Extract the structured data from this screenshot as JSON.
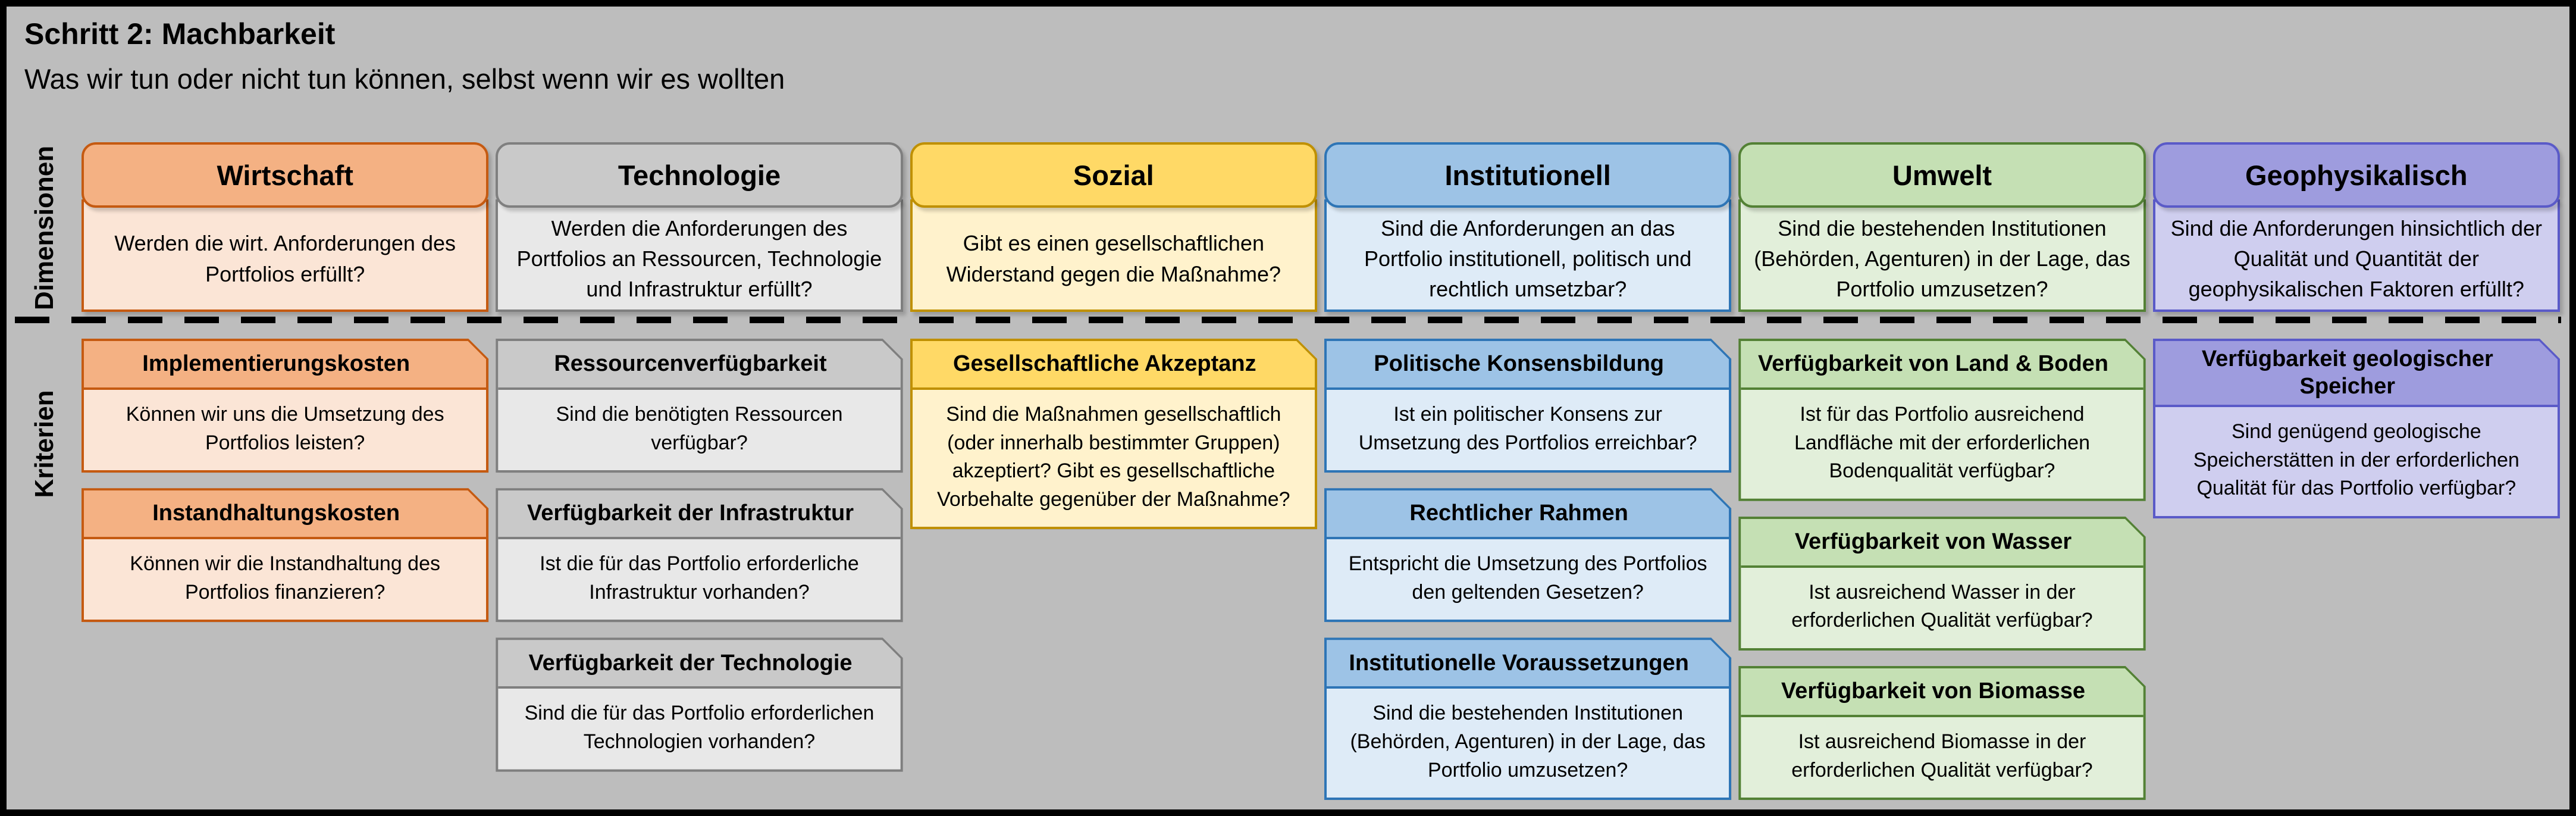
{
  "title": "Schritt 2: Machbarkeit",
  "subtitle": "Was wir tun oder nicht tun können, selbst wenn wir es wollten",
  "row_labels": {
    "dimensions": "Dimensionen",
    "criteria": "Kriterien"
  },
  "background_color": "#BDBDBD",
  "columns": [
    {
      "id": "wirtschaft",
      "colors": {
        "header": "#F4B183",
        "body": "#FBE5D6",
        "border": "#C55A11"
      },
      "dimension": {
        "label": "Wirtschaft",
        "question": "Werden die wirt. Anforderungen des Portfolios erfüllt?"
      },
      "criteria": [
        {
          "label": "Implementierungskosten",
          "question": "Können wir uns die Umsetzung des Portfolios leisten?"
        },
        {
          "label": "Instandhaltungskosten",
          "question": "Können wir die Instandhaltung des Portfolios finanzieren?"
        }
      ]
    },
    {
      "id": "technologie",
      "colors": {
        "header": "#C9C9C9",
        "body": "#E8E8E8",
        "border": "#7F7F7F"
      },
      "dimension": {
        "label": "Technologie",
        "question": "Werden die Anforderungen des Portfolios an Ressourcen, Technologie und Infrastruktur erfüllt?"
      },
      "criteria": [
        {
          "label": "Ressourcenverfügbarkeit",
          "question": "Sind die benötigten Ressourcen verfügbar?"
        },
        {
          "label": "Verfügbarkeit der Infrastruktur",
          "question": "Ist die für das Portfolio erforderliche Infrastruktur vorhanden?"
        },
        {
          "label": "Verfügbarkeit der Technologie",
          "question": "Sind die für das Portfolio erforderlichen Technologien vorhanden?"
        }
      ]
    },
    {
      "id": "sozial",
      "colors": {
        "header": "#FFD966",
        "body": "#FFF2CC",
        "border": "#BF9000"
      },
      "dimension": {
        "label": "Sozial",
        "question": "Gibt es einen gesellschaftlichen Widerstand gegen die Maßnahme?"
      },
      "criteria": [
        {
          "label": "Gesellschaftliche Akzeptanz",
          "question": "Sind die Maßnahmen gesellschaftlich (oder innerhalb bestimmter Gruppen) akzeptiert? Gibt es gesellschaftliche Vorbehalte gegenüber der Maßnahme?"
        }
      ]
    },
    {
      "id": "institutionell",
      "colors": {
        "header": "#9DC3E6",
        "body": "#DEEBF7",
        "border": "#2E75B6"
      },
      "dimension": {
        "label": "Institutionell",
        "question": "Sind die Anforderungen an das Portfolio institutionell, politisch und rechtlich umsetzbar?"
      },
      "criteria": [
        {
          "label": "Politische Konsensbildung",
          "question": "Ist ein politischer Konsens zur Umsetzung des Portfolios erreichbar?"
        },
        {
          "label": "Rechtlicher Rahmen",
          "question": "Entspricht die Umsetzung des Portfolios den geltenden Gesetzen?"
        },
        {
          "label": "Institutionelle Voraussetzungen",
          "question": "Sind die bestehenden Institutionen (Behörden, Agenturen) in der Lage, das Portfolio umzusetzen?"
        }
      ]
    },
    {
      "id": "umwelt",
      "colors": {
        "header": "#C5E0B4",
        "body": "#E2EFDA",
        "border": "#538135"
      },
      "dimension": {
        "label": "Umwelt",
        "question": "Sind die bestehenden Institutionen (Behörden, Agenturen) in der Lage, das Portfolio umzusetzen?"
      },
      "criteria": [
        {
          "label": "Verfügbarkeit von Land & Boden",
          "question": "Ist für das Portfolio ausreichend Landfläche mit der erforderlichen Bodenqualität verfügbar?"
        },
        {
          "label": "Verfügbarkeit von Wasser",
          "question": "Ist ausreichend Wasser in der erforderlichen Qualität verfügbar?"
        },
        {
          "label": "Verfügbarkeit von Biomasse",
          "question": "Ist ausreichend Biomasse in der erforderlichen Qualität verfügbar?"
        }
      ]
    },
    {
      "id": "geophysikalisch",
      "colors": {
        "header": "#9E9CDE",
        "body": "#CFCEEF",
        "border": "#5A5AC8"
      },
      "dimension": {
        "label": "Geophysikalisch",
        "question": "Sind die Anforderungen hinsichtlich der Qualität und Quantität der geophysikalischen Faktoren erfüllt?"
      },
      "criteria": [
        {
          "label": "Verfügbarkeit geologischer Speicher",
          "question": "Sind genügend geologische Speicherstätten in der erforderlichen Qualität für das Portfolio verfügbar?"
        }
      ]
    }
  ]
}
